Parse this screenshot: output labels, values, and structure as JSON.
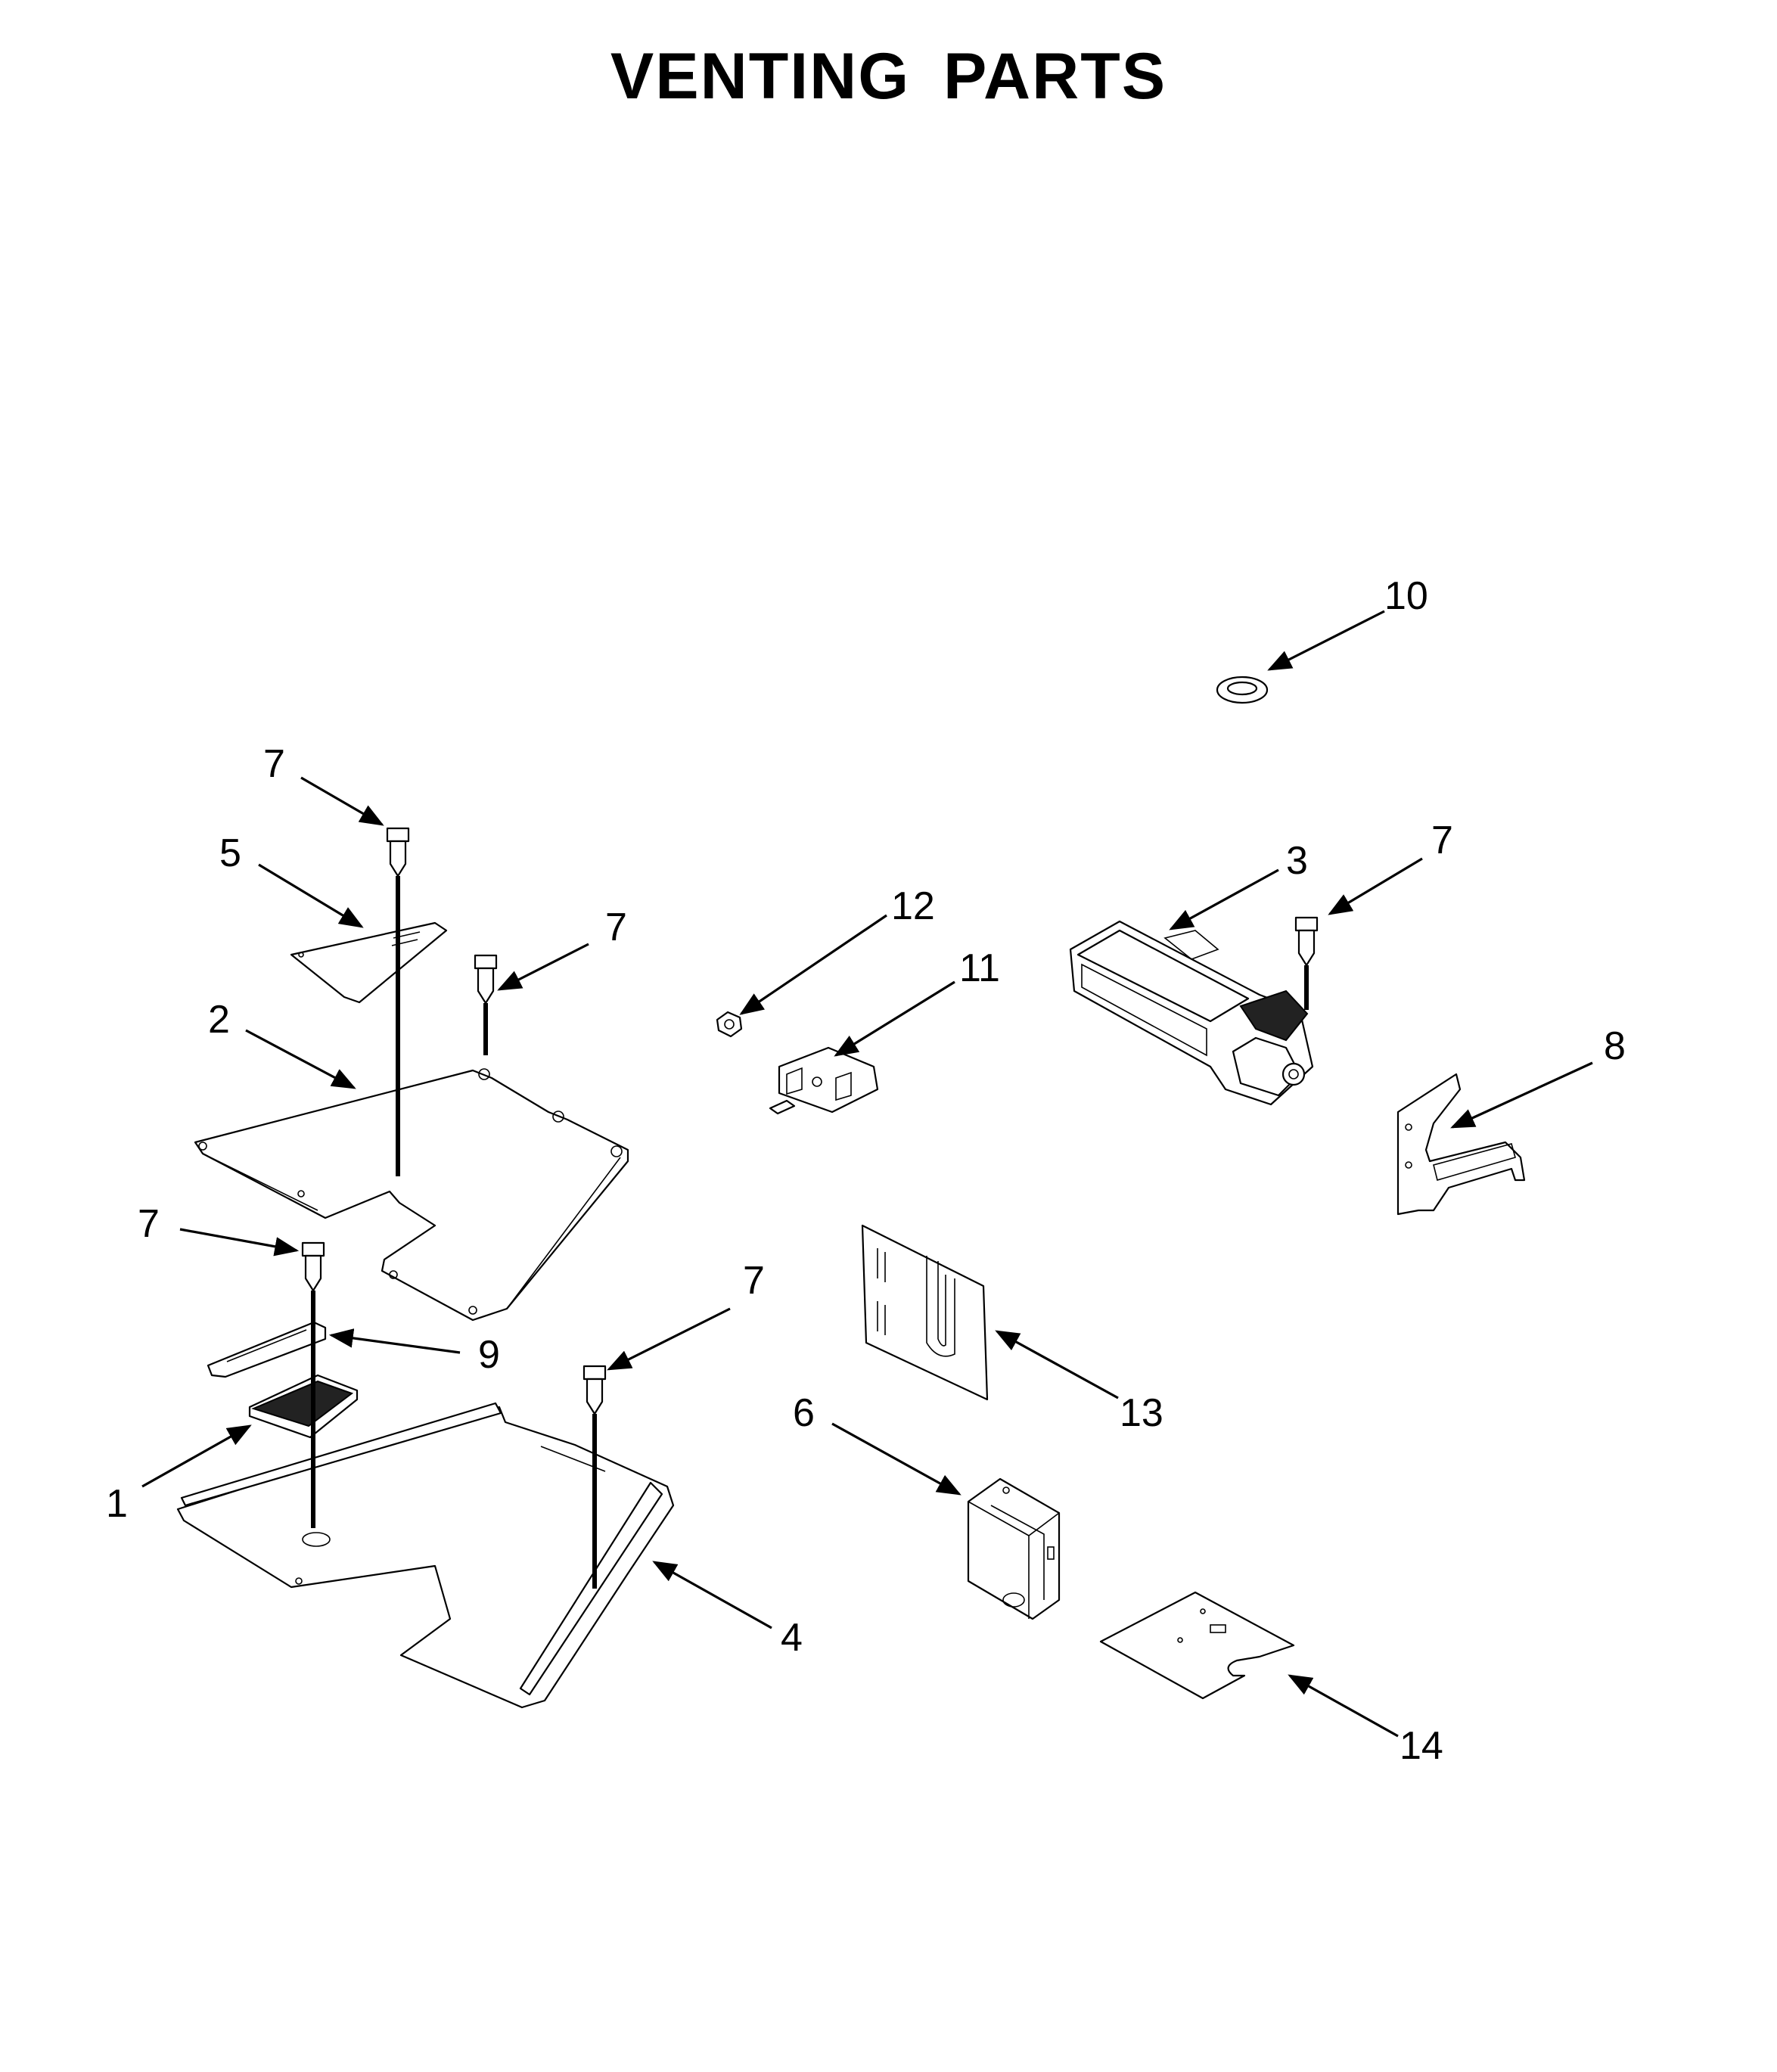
{
  "title": "VENTING PARTS",
  "callouts": {
    "c1": "1",
    "c2": "2",
    "c3": "3",
    "c4": "4",
    "c5": "5",
    "c6": "6",
    "c7a": "7",
    "c7b": "7",
    "c7c": "7",
    "c7d": "7",
    "c7e": "7",
    "c8": "8",
    "c9": "9",
    "c10": "10",
    "c11": "11",
    "c12": "12",
    "c13": "13",
    "c14": "14"
  }
}
